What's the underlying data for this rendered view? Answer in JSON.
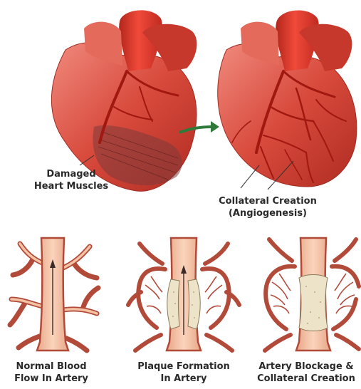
{
  "heart_left_label": {
    "line1": "Damaged",
    "line2": "Heart Muscles"
  },
  "heart_right_label": {
    "line1": "Collateral Creation",
    "line2": "(Angiogenesis)"
  },
  "artery_panels": [
    {
      "line1": "Normal Blood",
      "line2": "Flow In Artery"
    },
    {
      "line1": "Plaque Formation",
      "line2": "In Artery"
    },
    {
      "line1": "Artery Blockage &",
      "line2": "Collateral Creation"
    }
  ],
  "colors": {
    "heart_red": "#d84a3c",
    "heart_dark": "#a9281f",
    "aorta": "#e23a2c",
    "artery_fill": "#f6c2a4",
    "artery_outline": "#b24a3a",
    "vessel_red": "#c8463a",
    "plaque": "#ede3c8",
    "arrow_green": "#2d7a3a"
  }
}
